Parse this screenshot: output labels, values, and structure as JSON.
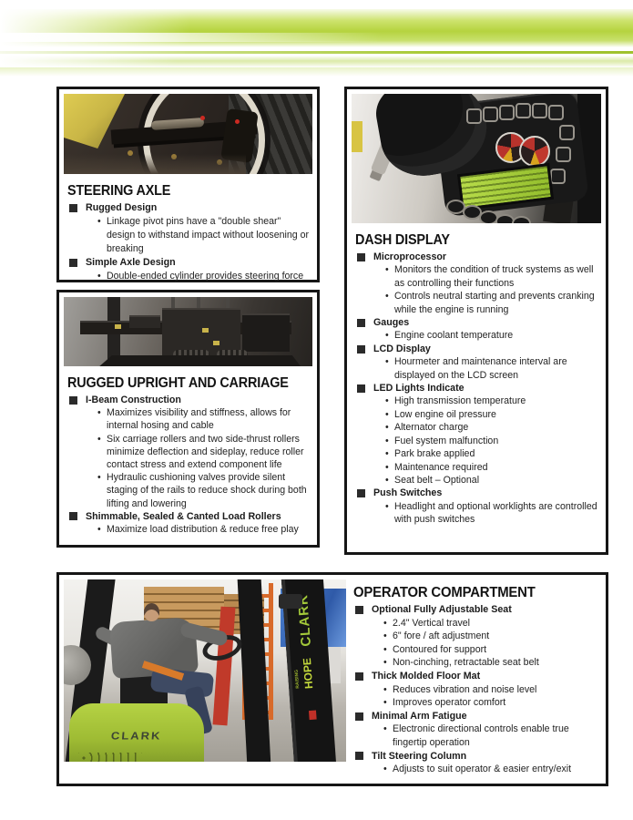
{
  "colors": {
    "accent_green": "#b5d33f",
    "accent_green_line": "#a6c932",
    "box_border": "#161616",
    "text": "#1b1b1b",
    "lcd_green": "#a8d23a",
    "clark_green": "#a3c93a"
  },
  "sections": {
    "steering": {
      "title": "STEERING AXLE",
      "items": [
        {
          "label": "Rugged Design",
          "bullets": [
            "Linkage pivot pins have a \"double shear\" design to withstand impact without loosening or breaking"
          ]
        },
        {
          "label": "Simple Axle Design",
          "bullets": [
            "Double-ended cylinder provides steering force"
          ]
        }
      ]
    },
    "dash": {
      "title": "DASH DISPLAY",
      "items": [
        {
          "label": "Microprocessor",
          "bullets": [
            "Monitors the condition of truck systems as well as controlling their functions",
            "Controls neutral starting and prevents cranking while the engine is running"
          ]
        },
        {
          "label": "Gauges",
          "bullets": [
            "Engine coolant temperature"
          ]
        },
        {
          "label": "LCD Display",
          "bullets": [
            "Hourmeter and maintenance interval are displayed on the LCD screen"
          ]
        },
        {
          "label": "LED Lights Indicate",
          "bullets": [
            "High transmission temperature",
            "Low engine oil pressure",
            "Alternator charge",
            "Fuel system malfunction",
            "Park brake applied",
            "Maintenance required",
            "Seat belt – Optional"
          ]
        },
        {
          "label": "Push Switches",
          "bullets": [
            "Headlight and optional worklights are controlled with push switches"
          ]
        }
      ]
    },
    "upright": {
      "title": "RUGGED UPRIGHT AND CARRIAGE",
      "items": [
        {
          "label": "I-Beam Construction",
          "bullets": [
            "Maximizes visibility and stiffness, allows for internal hosing and cable",
            "Six carriage rollers and two side-thrust rollers minimize deflection and sideplay, reduce roller contact stress and extend component life",
            "Hydraulic cushioning valves provide silent staging of the rails to reduce shock during both lifting and lowering"
          ]
        },
        {
          "label": "Shimmable, Sealed & Canted Load Rollers",
          "bullets": [
            "Maximize load distribution & reduce free play"
          ]
        }
      ]
    },
    "operator": {
      "title": "OPERATOR COMPARTMENT",
      "items": [
        {
          "label": "Optional Fully Adjustable Seat",
          "bullets": [
            "2.4\" Vertical travel",
            "6\" fore / aft adjustment",
            "Contoured for support",
            "Non-cinching, retractable seat belt"
          ]
        },
        {
          "label": "Thick Molded Floor Mat",
          "bullets": [
            "Reduces vibration and noise level",
            "Improves operator comfort"
          ]
        },
        {
          "label": "Minimal Arm Fatigue",
          "bullets": [
            "Electronic directional controls enable true fingertip operation"
          ]
        },
        {
          "label": "Tilt Steering Column",
          "bullets": [
            "Adjusts to suit operator & easier entry/exit"
          ]
        }
      ]
    }
  },
  "photos": {
    "operator_photo": {
      "hood_logo": "CLARK",
      "mast_logo": "CLARK",
      "hope_logo": "HOPE",
      "raising_label": "RAISING"
    }
  }
}
